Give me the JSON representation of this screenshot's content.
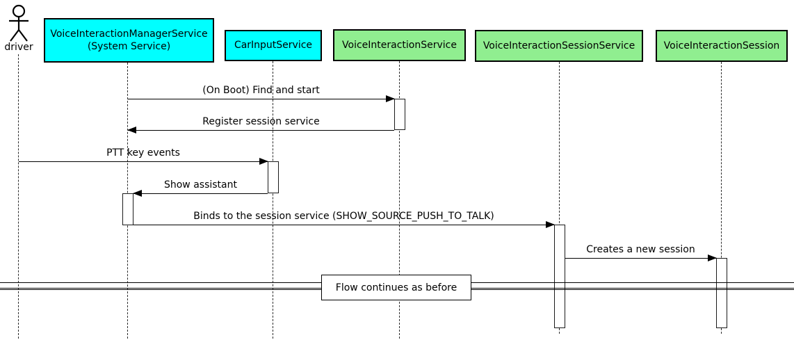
{
  "diagram": {
    "type": "uml-sequence-diagram",
    "background": "#ffffff",
    "colors": {
      "system_box": "#00ffff",
      "service_box": "#90ee90",
      "line": "#000000",
      "activation_fill": "#ffffff"
    },
    "actor": {
      "label": "driver"
    },
    "participants": [
      {
        "label": "VoiceInteractionManagerService",
        "sublabel": "(System Service)",
        "color": "#00ffff"
      },
      {
        "label": "CarInputService",
        "sublabel": "",
        "color": "#00ffff"
      },
      {
        "label": "VoiceInteractionService",
        "sublabel": "",
        "color": "#90ee90"
      },
      {
        "label": "VoiceInteractionSessionService",
        "sublabel": "",
        "color": "#90ee90"
      },
      {
        "label": "VoiceInteractionSession",
        "sublabel": "",
        "color": "#90ee90"
      }
    ],
    "messages": [
      {
        "label": "(On Boot) Find and start",
        "from": "VoiceInteractionManagerService",
        "to": "VoiceInteractionService",
        "direction": "right"
      },
      {
        "label": "Register session service",
        "from": "VoiceInteractionService",
        "to": "VoiceInteractionManagerService",
        "direction": "left"
      },
      {
        "label": "PTT key events",
        "from": "driver",
        "to": "CarInputService",
        "direction": "right"
      },
      {
        "label": "Show assistant",
        "from": "CarInputService",
        "to": "VoiceInteractionManagerService",
        "direction": "left"
      },
      {
        "label": "Binds to the session service (SHOW_SOURCE_PUSH_TO_TALK)",
        "from": "VoiceInteractionManagerService",
        "to": "VoiceInteractionSessionService",
        "direction": "right"
      },
      {
        "label": "Creates a new session",
        "from": "VoiceInteractionSessionService",
        "to": "VoiceInteractionSession",
        "direction": "right"
      }
    ],
    "divider": {
      "label": "Flow continues as before"
    }
  }
}
